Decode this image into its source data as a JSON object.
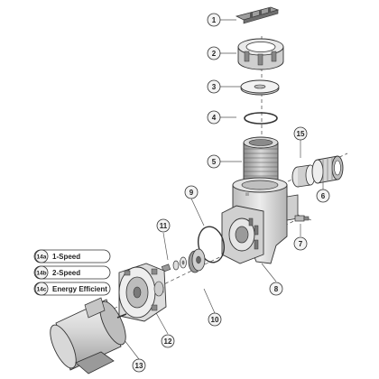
{
  "callouts": [
    "1",
    "2",
    "3",
    "4",
    "5",
    "6",
    "7",
    "8",
    "9",
    "10",
    "11",
    "12",
    "13",
    "15"
  ],
  "legend": [
    {
      "code": "14a",
      "label": "1-Speed"
    },
    {
      "code": "14b",
      "label": "2-Speed"
    },
    {
      "code": "14c",
      "label": "Energy Efficient"
    }
  ],
  "colors": {
    "line": "#333333",
    "fill_light": "#eeeeee",
    "fill_mid": "#cfcfcf",
    "fill_dark": "#9a9a9a",
    "badge": "#f3f3f3"
  }
}
